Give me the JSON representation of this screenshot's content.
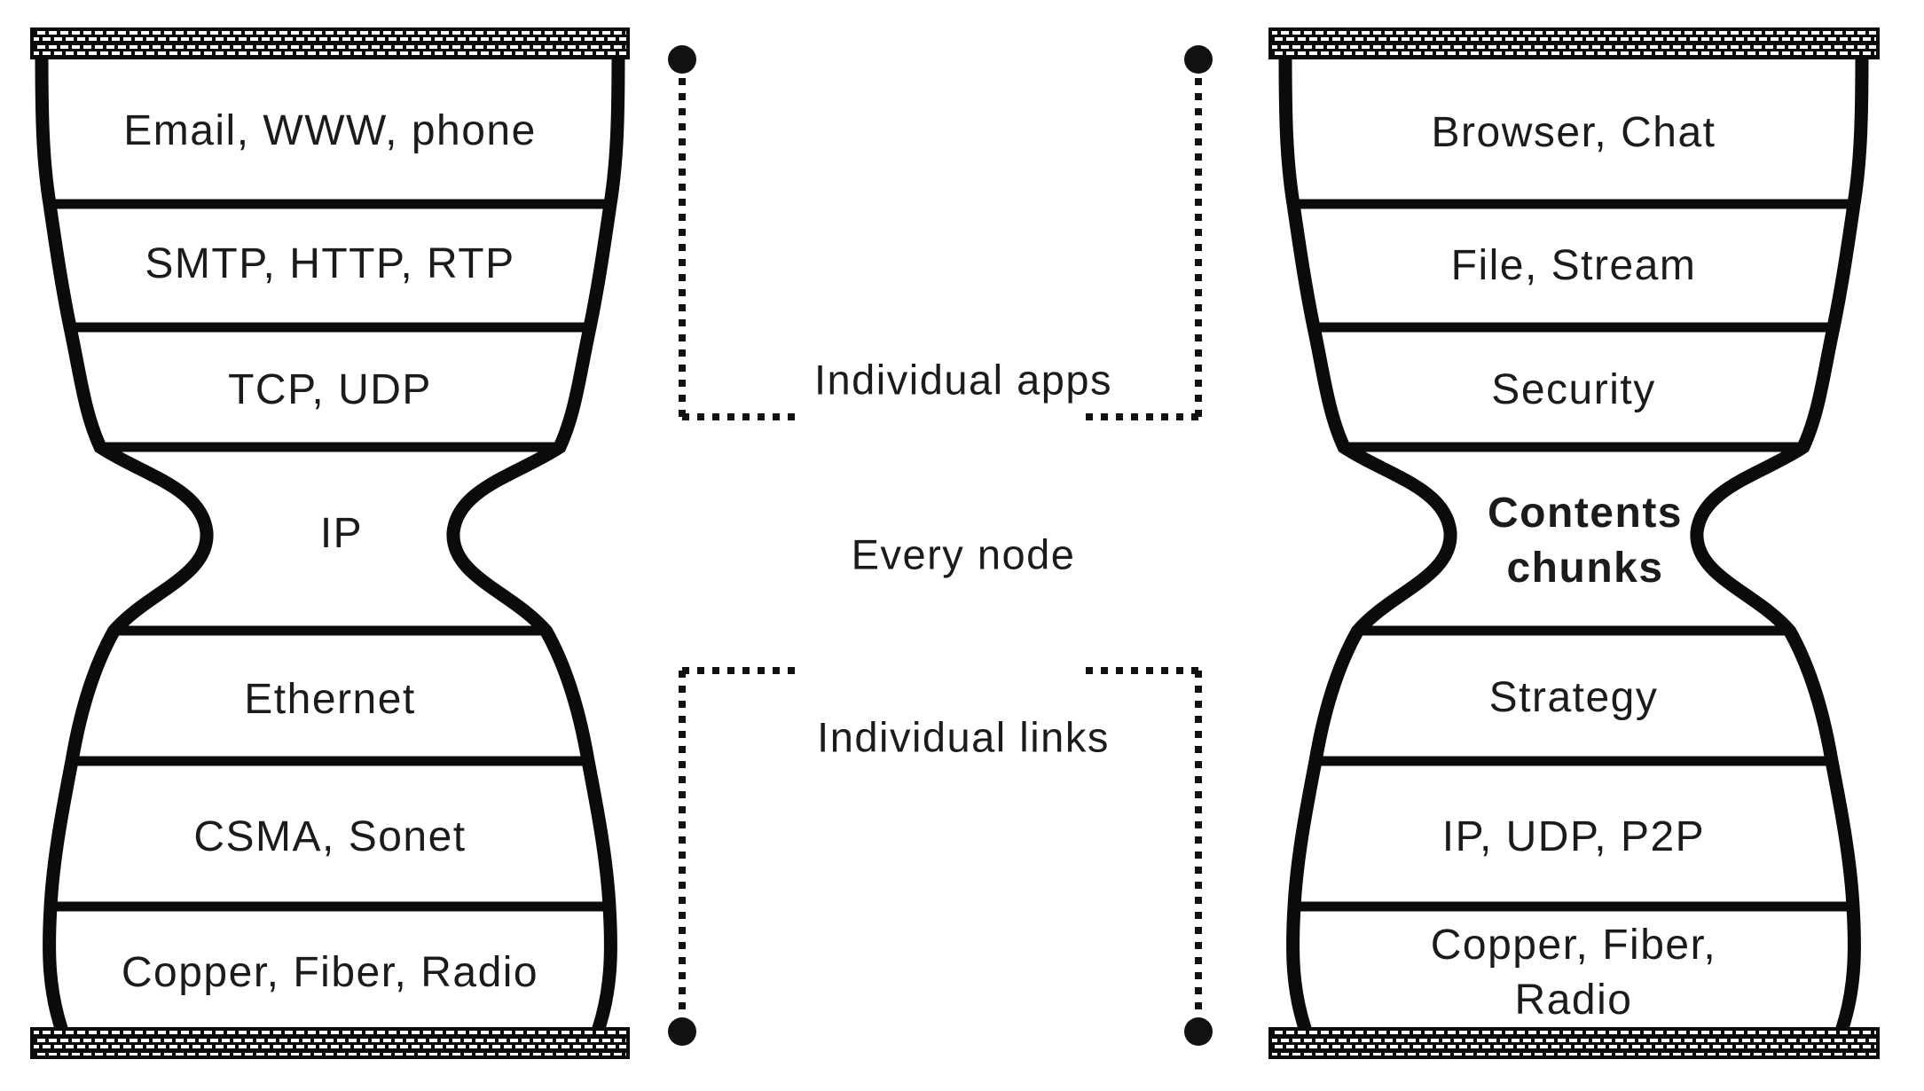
{
  "left_hourglass": {
    "layers": [
      "Email, WWW, phone",
      "SMTP, HTTP, RTP",
      "TCP, UDP",
      "IP",
      "Ethernet",
      "CSMA, Sonet",
      "Copper, Fiber, Radio"
    ]
  },
  "right_hourglass": {
    "layers": [
      "Browser, Chat",
      "File, Stream",
      "Security",
      "Contents\nchunks",
      "Strategy",
      "IP, UDP, P2P",
      "Copper, Fiber, Radio"
    ]
  },
  "annotations": {
    "top": "Individual apps",
    "middle": "Every node",
    "bottom": "Individual links"
  },
  "colors": {
    "ink": "#111111",
    "background": "#ffffff"
  }
}
